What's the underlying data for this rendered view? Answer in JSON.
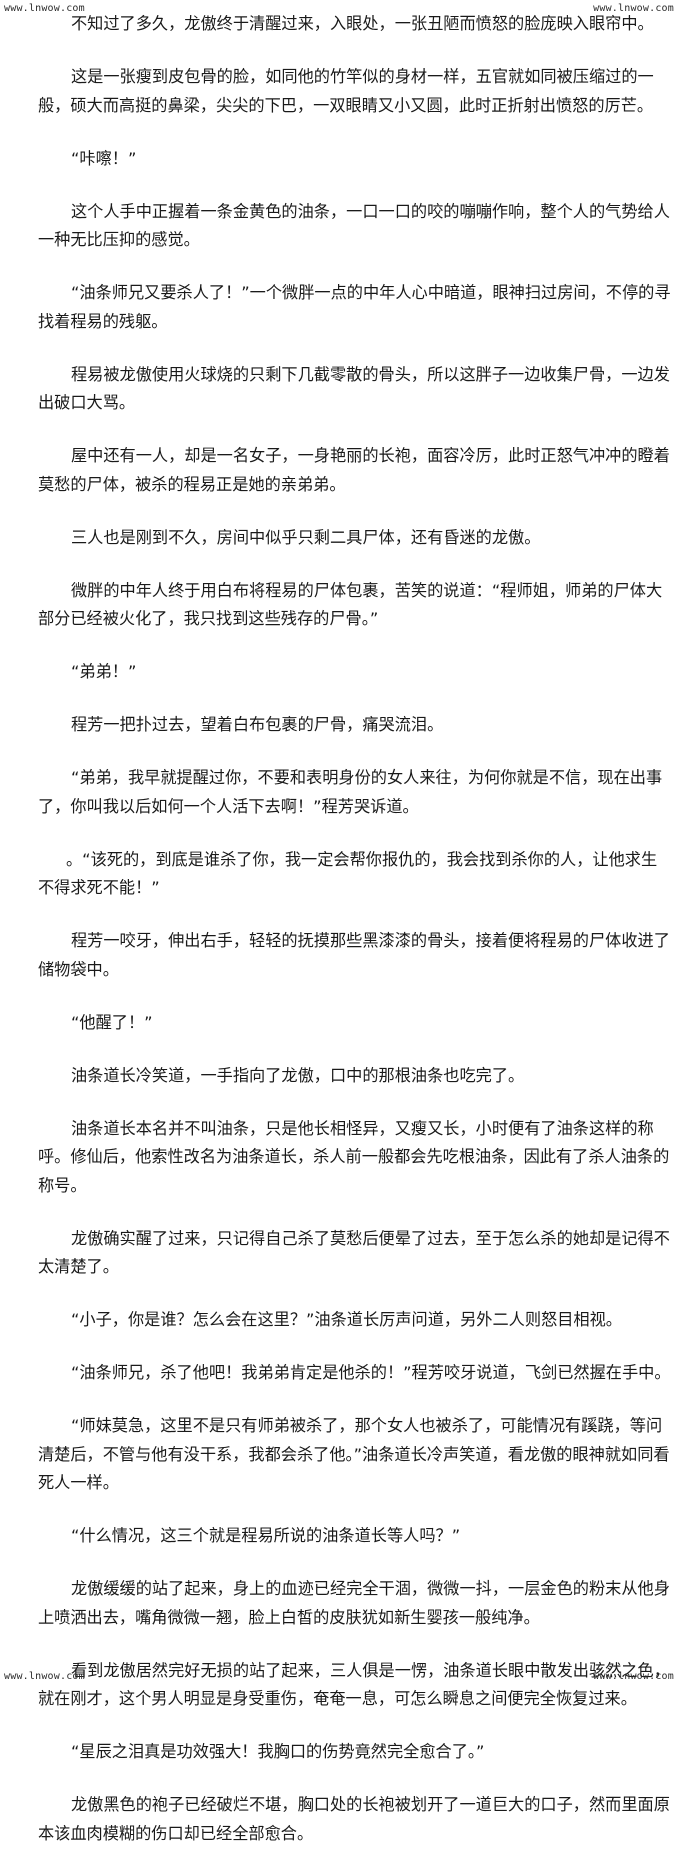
{
  "watermark": {
    "top_left": "www.lnwow.com",
    "top_right": "www.lnwow.com",
    "bottom_left": "www.lnwow.com",
    "bottom_right": "www.lnwow.com"
  },
  "paragraphs": [
    "不知过了多久，龙傲终于清醒过来，入眼处，一张丑陋而愤怒的脸庞映入眼帘中。",
    "这是一张瘦到皮包骨的脸，如同他的竹竿似的身材一样，五官就如同被压缩过的一般，硕大而高挺的鼻梁，尖尖的下巴，一双眼睛又小又圆，此时正折射出愤怒的厉芒。",
    "“咔嚓！”",
    "这个人手中正握着一条金黄色的油条，一口一口的咬的嘣嘣作响，整个人的气势给人一种无比压抑的感觉。",
    "“油条师兄又要杀人了！”一个微胖一点的中年人心中暗道，眼神扫过房间，不停的寻找着程易的残躯。",
    "程易被龙傲使用火球烧的只剩下几截零散的骨头，所以这胖子一边收集尸骨，一边发出破口大骂。",
    "屋中还有一人，却是一名女子，一身艳丽的长袍，面容冷厉，此时正怒气冲冲的瞪着莫愁的尸体，被杀的程易正是她的亲弟弟。",
    "三人也是刚到不久，房间中似乎只剩二具尸体，还有昏迷的龙傲。",
    "微胖的中年人终于用白布将程易的尸体包裹，苦笑的说道：“程师姐，师弟的尸体大部分已经被火化了，我只找到这些残存的尸骨。”",
    "“弟弟！”",
    "程芳一把扑过去，望着白布包裹的尸骨，痛哭流泪。",
    "“弟弟，我早就提醒过你，不要和表明身份的女人来往，为何你就是不信，现在出事了，你叫我以后如何一个人活下去啊！”程芳哭诉道。",
    "。“该死的，到底是谁杀了你，我一定会帮你报仇的，我会找到杀你的人，让他求生不得求死不能！”",
    "程芳一咬牙，伸出右手，轻轻的抚摸那些黑漆漆的骨头，接着便将程易的尸体收进了储物袋中。",
    "“他醒了！”",
    "油条道长冷笑道，一手指向了龙傲，口中的那根油条也吃完了。",
    "油条道长本名并不叫油条，只是他长相怪异，又瘦又长，小时便有了油条这样的称呼。修仙后，他索性改名为油条道长，杀人前一般都会先吃根油条，因此有了杀人油条的称号。",
    "龙傲确实醒了过来，只记得自己杀了莫愁后便晕了过去，至于怎么杀的她却是记得不太清楚了。",
    "“小子，你是谁？怎么会在这里？”油条道长厉声问道，另外二人则怒目相视。",
    "“油条师兄，杀了他吧！我弟弟肯定是他杀的！”程芳咬牙说道，飞剑已然握在手中。",
    "“师妹莫急，这里不是只有师弟被杀了，那个女人也被杀了，可能情况有蹊跷，等问清楚后，不管与他有没干系，我都会杀了他。”油条道长冷声笑道，看龙傲的眼神就如同看死人一样。",
    "“什么情况，这三个就是程易所说的油条道长等人吗？”",
    "龙傲缓缓的站了起来，身上的血迹已经完全干涸，微微一抖，一层金色的粉末从他身上喷洒出去，嘴角微微一翘，脸上白皙的皮肤犹如新生婴孩一般纯净。",
    "看到龙傲居然完好无损的站了起来，三人俱是一愣，油条道长眼中散发出骇然之色，就在刚才，这个男人明显是身受重伤，奄奄一息，可怎么瞬息之间便完全恢复过来。",
    "“星辰之泪真是功效强大！我胸口的伤势竟然完全愈合了。”",
    "龙傲黑色的袍子已经破烂不堪，胸口处的长袍被划开了一道巨大的口子，然而里面原本该血肉模糊的伤口却已经全部愈合。"
  ]
}
